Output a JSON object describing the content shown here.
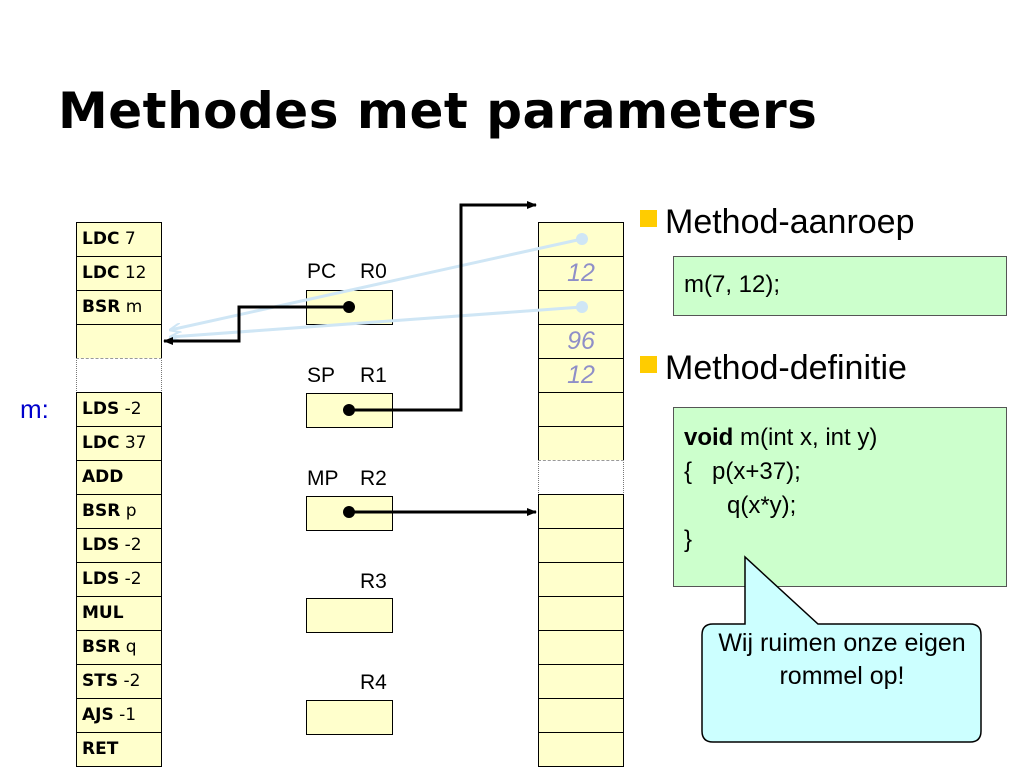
{
  "title": "Methodes met parameters",
  "code_label": "m:",
  "code": [
    {
      "op": "LDC",
      "arg": "7"
    },
    {
      "op": "LDC",
      "arg": "12"
    },
    {
      "op": "BSR",
      "arg": "m"
    },
    {
      "op": "",
      "arg": ""
    },
    {
      "op": "",
      "arg": ""
    },
    {
      "op": "LDS",
      "arg": "-2"
    },
    {
      "op": "LDC",
      "arg": "37"
    },
    {
      "op": "ADD",
      "arg": ""
    },
    {
      "op": "BSR",
      "arg": "p"
    },
    {
      "op": "LDS",
      "arg": "-2"
    },
    {
      "op": "LDS",
      "arg": "-2"
    },
    {
      "op": "MUL",
      "arg": ""
    },
    {
      "op": "BSR",
      "arg": "q"
    },
    {
      "op": "STS",
      "arg": "-2"
    },
    {
      "op": "AJS",
      "arg": "-1"
    },
    {
      "op": "RET",
      "arg": ""
    }
  ],
  "registers": [
    {
      "alias": "PC",
      "name": "R0"
    },
    {
      "alias": "SP",
      "name": "R1"
    },
    {
      "alias": "MP",
      "name": "R2"
    },
    {
      "alias": "",
      "name": "R3"
    },
    {
      "alias": "",
      "name": "R4"
    }
  ],
  "memory_values": [
    "",
    "12",
    "",
    "96",
    "12",
    "",
    "",
    "",
    "",
    "",
    "",
    "",
    "",
    "",
    "",
    ""
  ],
  "bullets": {
    "call_heading": "Method-aanroep",
    "call_code": "m(7, 12);",
    "def_heading": "Method-definitie",
    "def_code": {
      "keyword": "void",
      "signature": " m(int x, int y)",
      "line2": "{   p(x+37);",
      "line3": "q(x*y);",
      "line4": "}"
    }
  },
  "callout": "Wij ruimen onze eigen rommel op!",
  "colors": {
    "cell_fill": "#ffffcc",
    "code_box": "#ccffcc",
    "callout_fill": "#ccffff",
    "bullet": "#ffcc00",
    "memory_value_text": "#8f8fc8",
    "pale_arrow": "#cfe6f5",
    "label_m": "#0000cc"
  }
}
